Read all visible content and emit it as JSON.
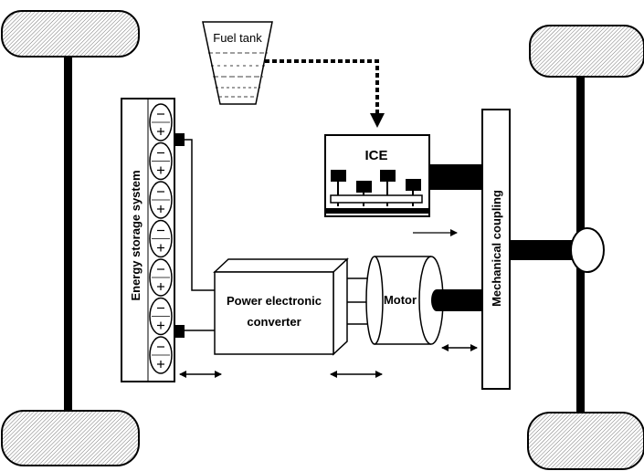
{
  "diagram": {
    "fuel_tank": {
      "label": "Fuel tank"
    },
    "ice": {
      "label": "ICE"
    },
    "energy_storage": {
      "label": "Energy storage system",
      "cell_count": 7
    },
    "converter": {
      "line1": "Power electronic",
      "line2": "converter"
    },
    "motor": {
      "label": "Motor"
    },
    "coupling": {
      "label": "Mechanical coupling"
    }
  },
  "colors": {
    "stroke": "#000000",
    "fill": "#ffffff",
    "dark": "#000000"
  }
}
